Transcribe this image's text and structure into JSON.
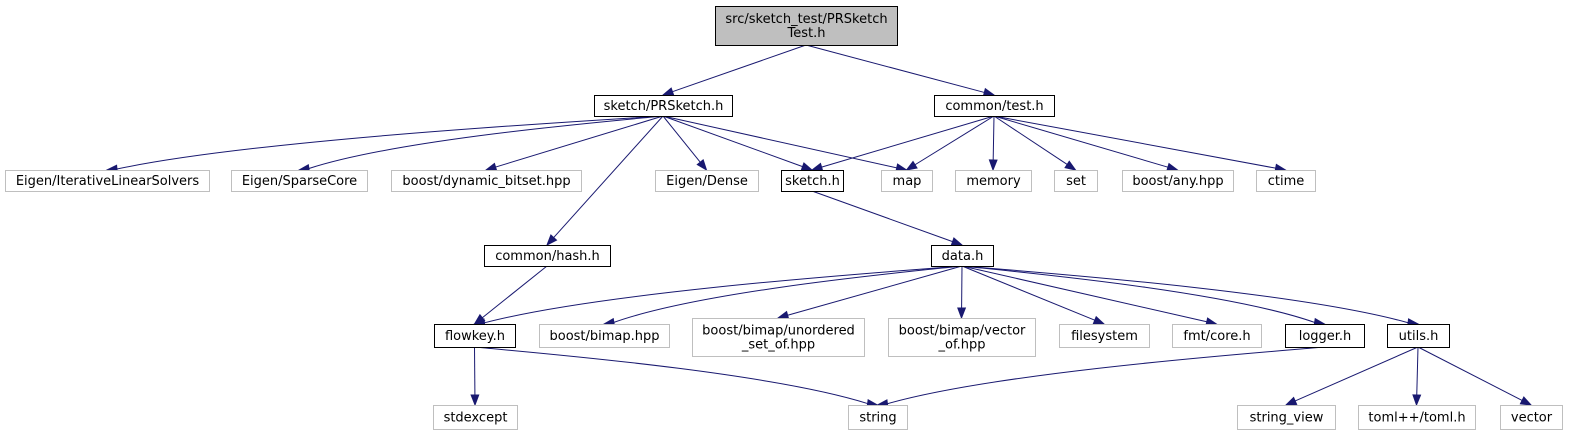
{
  "diagram": {
    "colors": {
      "edge": "#191970",
      "root_fill": "#bfbfbf",
      "root_border": "#000000",
      "local_border": "#000000",
      "external_border": "#bfbfbf",
      "node_fill": "#ffffff"
    },
    "nodes": [
      {
        "id": "root",
        "lines": [
          "src/sketch_test/PRSketch",
          "Test.h"
        ],
        "kind": "root"
      },
      {
        "id": "prsketch",
        "lines": [
          "sketch/PRSketch.h"
        ],
        "kind": "local"
      },
      {
        "id": "test",
        "lines": [
          "common/test.h"
        ],
        "kind": "local"
      },
      {
        "id": "eigen_iter",
        "lines": [
          "Eigen/IterativeLinearSolvers"
        ],
        "kind": "external"
      },
      {
        "id": "eigen_sparse",
        "lines": [
          "Eigen/SparseCore"
        ],
        "kind": "external"
      },
      {
        "id": "dyn_bitset",
        "lines": [
          "boost/dynamic_bitset.hpp"
        ],
        "kind": "external"
      },
      {
        "id": "eigen_dense",
        "lines": [
          "Eigen/Dense"
        ],
        "kind": "external"
      },
      {
        "id": "sketch",
        "lines": [
          "sketch.h"
        ],
        "kind": "local"
      },
      {
        "id": "map",
        "lines": [
          "map"
        ],
        "kind": "external"
      },
      {
        "id": "memory",
        "lines": [
          "memory"
        ],
        "kind": "external"
      },
      {
        "id": "set",
        "lines": [
          "set"
        ],
        "kind": "external"
      },
      {
        "id": "any",
        "lines": [
          "boost/any.hpp"
        ],
        "kind": "external"
      },
      {
        "id": "ctime",
        "lines": [
          "ctime"
        ],
        "kind": "external"
      },
      {
        "id": "hash",
        "lines": [
          "common/hash.h"
        ],
        "kind": "local"
      },
      {
        "id": "data",
        "lines": [
          "data.h"
        ],
        "kind": "local"
      },
      {
        "id": "flowkey",
        "lines": [
          "flowkey.h"
        ],
        "kind": "local"
      },
      {
        "id": "bimap",
        "lines": [
          "boost/bimap.hpp"
        ],
        "kind": "external"
      },
      {
        "id": "bimap_unord",
        "lines": [
          "boost/bimap/unordered",
          "_set_of.hpp"
        ],
        "kind": "external"
      },
      {
        "id": "bimap_vec",
        "lines": [
          "boost/bimap/vector",
          "_of.hpp"
        ],
        "kind": "external"
      },
      {
        "id": "filesystem",
        "lines": [
          "filesystem"
        ],
        "kind": "external"
      },
      {
        "id": "fmt",
        "lines": [
          "fmt/core.h"
        ],
        "kind": "external"
      },
      {
        "id": "logger",
        "lines": [
          "logger.h"
        ],
        "kind": "local"
      },
      {
        "id": "utils",
        "lines": [
          "utils.h"
        ],
        "kind": "local"
      },
      {
        "id": "stdexcept",
        "lines": [
          "stdexcept"
        ],
        "kind": "external"
      },
      {
        "id": "string",
        "lines": [
          "string"
        ],
        "kind": "external"
      },
      {
        "id": "string_view",
        "lines": [
          "string_view"
        ],
        "kind": "external"
      },
      {
        "id": "toml",
        "lines": [
          "toml++/toml.h"
        ],
        "kind": "external"
      },
      {
        "id": "vector",
        "lines": [
          "vector"
        ],
        "kind": "external"
      }
    ],
    "edges": [
      {
        "from": "root",
        "to": "prsketch"
      },
      {
        "from": "root",
        "to": "test"
      },
      {
        "from": "prsketch",
        "to": "eigen_iter"
      },
      {
        "from": "prsketch",
        "to": "eigen_sparse"
      },
      {
        "from": "prsketch",
        "to": "dyn_bitset"
      },
      {
        "from": "prsketch",
        "to": "eigen_dense"
      },
      {
        "from": "prsketch",
        "to": "sketch"
      },
      {
        "from": "prsketch",
        "to": "map"
      },
      {
        "from": "prsketch",
        "to": "hash"
      },
      {
        "from": "test",
        "to": "sketch"
      },
      {
        "from": "test",
        "to": "map"
      },
      {
        "from": "test",
        "to": "memory"
      },
      {
        "from": "test",
        "to": "set"
      },
      {
        "from": "test",
        "to": "any"
      },
      {
        "from": "test",
        "to": "ctime"
      },
      {
        "from": "sketch",
        "to": "data"
      },
      {
        "from": "hash",
        "to": "flowkey"
      },
      {
        "from": "data",
        "to": "flowkey"
      },
      {
        "from": "data",
        "to": "bimap"
      },
      {
        "from": "data",
        "to": "bimap_unord"
      },
      {
        "from": "data",
        "to": "bimap_vec"
      },
      {
        "from": "data",
        "to": "filesystem"
      },
      {
        "from": "data",
        "to": "fmt"
      },
      {
        "from": "data",
        "to": "logger"
      },
      {
        "from": "data",
        "to": "utils"
      },
      {
        "from": "flowkey",
        "to": "stdexcept"
      },
      {
        "from": "flowkey",
        "to": "string"
      },
      {
        "from": "logger",
        "to": "string"
      },
      {
        "from": "utils",
        "to": "string_view"
      },
      {
        "from": "utils",
        "to": "toml"
      },
      {
        "from": "utils",
        "to": "vector"
      }
    ]
  }
}
